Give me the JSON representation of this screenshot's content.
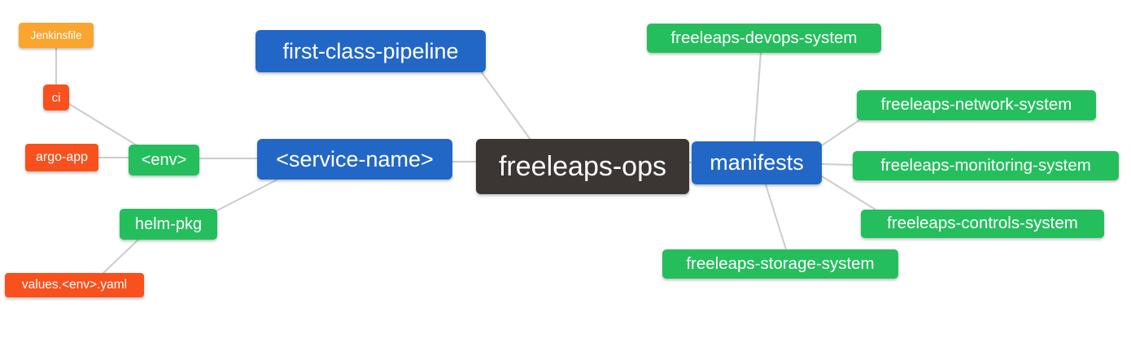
{
  "diagram": {
    "type": "mindmap",
    "root_id": "freeleaps_ops"
  },
  "colors": {
    "blue": "#2267C5",
    "green": "#25BE5D",
    "red_orange": "#F8511D",
    "orange": "#F9A52F",
    "dark": "#3B3633",
    "edge": "#CCCCCC",
    "text": "#FFFFFF",
    "background": "#FFFFFF"
  },
  "nodes": {
    "freeleaps_ops": {
      "label": "freeleaps-ops",
      "color": "#3B3633"
    },
    "first_class_pipeline": {
      "label": "first-class-pipeline",
      "color": "#2267C5"
    },
    "service_name": {
      "label": "<service-name>",
      "color": "#2267C5"
    },
    "manifests": {
      "label": "manifests",
      "color": "#2267C5"
    },
    "env": {
      "label": "<env>",
      "color": "#25BE5D"
    },
    "helm_pkg": {
      "label": "helm-pkg",
      "color": "#25BE5D"
    },
    "ci": {
      "label": "ci",
      "color": "#F8511D"
    },
    "argo_app": {
      "label": "argo-app",
      "color": "#F8511D"
    },
    "values_env_yaml": {
      "label": "values.<env>.yaml",
      "color": "#F8511D"
    },
    "jenkinsfile": {
      "label": "Jenkinsfile",
      "color": "#F9A52F"
    },
    "devops_system": {
      "label": "freeleaps-devops-system",
      "color": "#25BE5D"
    },
    "network_system": {
      "label": "freeleaps-network-system",
      "color": "#25BE5D"
    },
    "monitoring_system": {
      "label": "freeleaps-monitoring-system",
      "color": "#25BE5D"
    },
    "controls_system": {
      "label": "freeleaps-controls-system",
      "color": "#25BE5D"
    },
    "storage_system": {
      "label": "freeleaps-storage-system",
      "color": "#25BE5D"
    }
  },
  "edges": [
    {
      "from": "jenkinsfile",
      "to": "ci"
    },
    {
      "from": "ci",
      "to": "env"
    },
    {
      "from": "argo_app",
      "to": "env"
    },
    {
      "from": "env",
      "to": "service_name"
    },
    {
      "from": "helm_pkg",
      "to": "service_name"
    },
    {
      "from": "helm_pkg",
      "to": "values_env_yaml"
    },
    {
      "from": "first_class_pipeline",
      "to": "freeleaps_ops"
    },
    {
      "from": "service_name",
      "to": "freeleaps_ops"
    },
    {
      "from": "freeleaps_ops",
      "to": "manifests"
    },
    {
      "from": "manifests",
      "to": "devops_system"
    },
    {
      "from": "manifests",
      "to": "network_system"
    },
    {
      "from": "manifests",
      "to": "monitoring_system"
    },
    {
      "from": "manifests",
      "to": "controls_system"
    },
    {
      "from": "manifests",
      "to": "storage_system"
    }
  ]
}
